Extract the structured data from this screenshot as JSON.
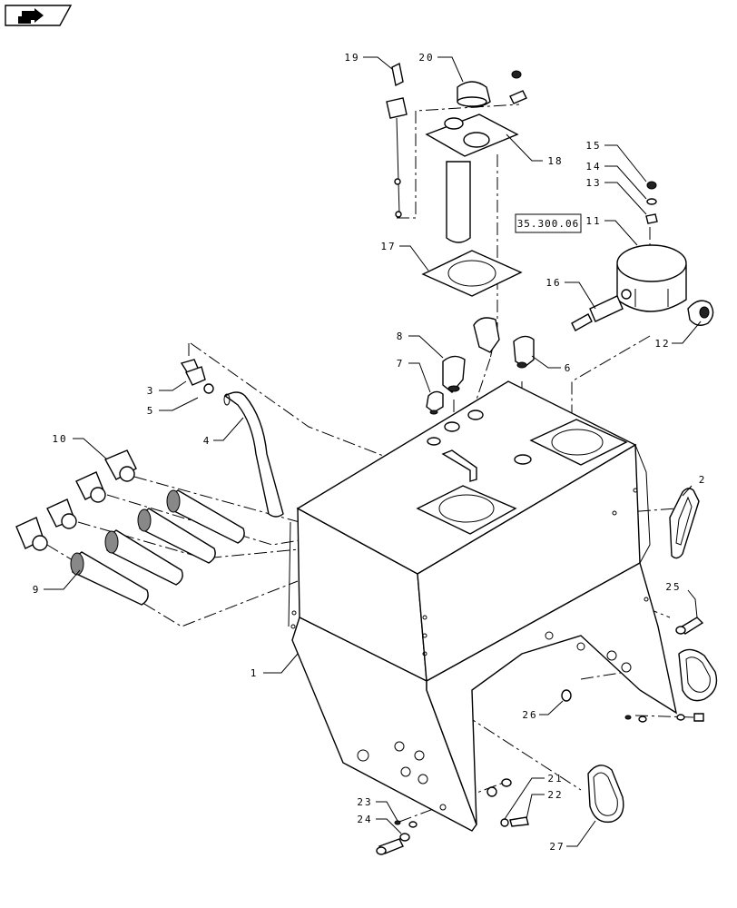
{
  "nav_icon": "back-arrow-icon",
  "reference_box": "35.300.06",
  "callouts": [
    "1",
    "2",
    "3",
    "4",
    "5",
    "6",
    "7",
    "8",
    "9",
    "10",
    "11",
    "12",
    "13",
    "14",
    "15",
    "16",
    "17",
    "18",
    "19",
    "20",
    "21",
    "22",
    "23",
    "24",
    "25",
    "26",
    "27"
  ]
}
